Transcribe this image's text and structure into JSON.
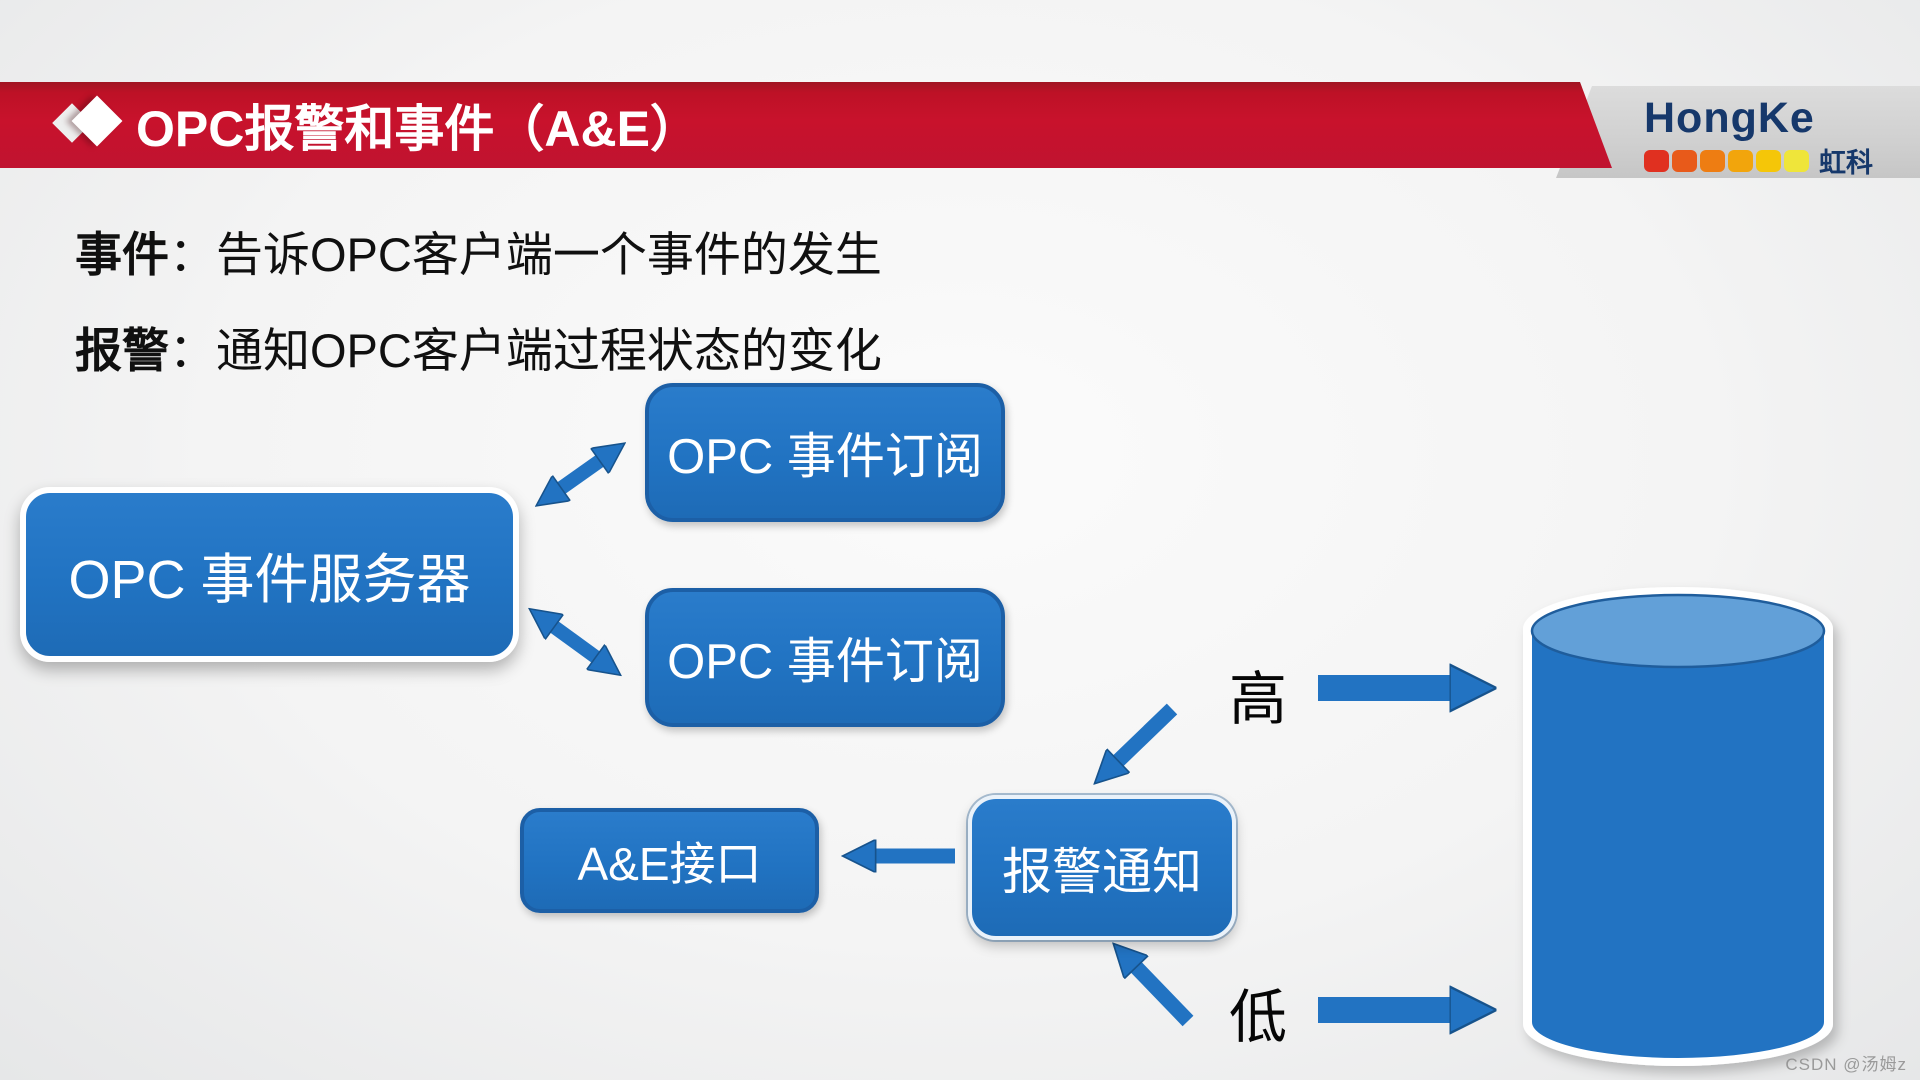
{
  "slide": {
    "header": {
      "title": "OPC报警和事件（A&E）"
    },
    "logo": {
      "brand": "HongKe",
      "brand_cn": "虹科",
      "square_colors": [
        "#e03020",
        "#e85a1a",
        "#ee7d12",
        "#f2a50c",
        "#f5c608",
        "#efe53a"
      ]
    },
    "definitions": [
      {
        "term": "事件",
        "colon": "：",
        "desc": "告诉OPC客户端一个事件的发生"
      },
      {
        "term": "报警",
        "colon": "：",
        "desc": "通知OPC客户端过程状态的变化"
      }
    ],
    "diagram": {
      "server": "OPC 事件服务器",
      "subscription_top": "OPC 事件订阅",
      "subscription_bottom": "OPC 事件订阅",
      "interface": "A&E接口",
      "alarm": "报警通知",
      "high": "高",
      "low": "低"
    },
    "watermark": "CSDN @汤姆z",
    "colors": {
      "header_red": "#c41230",
      "box_blue": "#2273c2",
      "box_border_dark": "#1c5fa6",
      "logo_navy": "#16386b",
      "cylinder_body": "#2273c2",
      "cylinder_top": "#62a0d8",
      "arrow_blue": "#2273c2"
    }
  }
}
